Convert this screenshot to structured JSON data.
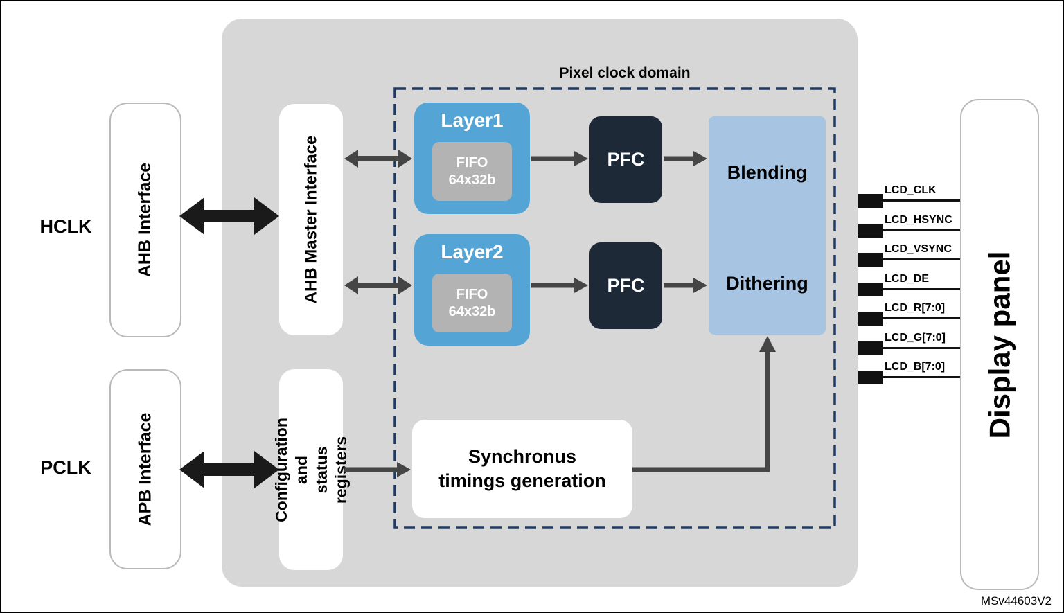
{
  "diagram": {
    "clocks": {
      "hclk": "HCLK",
      "pclk": "PCLK"
    },
    "interfaces": {
      "ahb": "AHB Interface",
      "apb": "APB Interface",
      "ahb_master": "AHB Master Interface",
      "config_registers": "Configuration and\nstatus registers"
    },
    "pixel_clock_domain": {
      "label": "Pixel clock domain",
      "layer1": {
        "title": "Layer1",
        "fifo": "FIFO\n64x32b"
      },
      "layer2": {
        "title": "Layer2",
        "fifo": "FIFO\n64x32b"
      },
      "pfc1": "PFC",
      "pfc2": "PFC",
      "blending": "Blending",
      "dithering": "Dithering",
      "sync_timings": "Synchronus\ntimings generation"
    },
    "display_panel": "Display panel",
    "signals": [
      "LCD_CLK",
      "LCD_HSYNC",
      "LCD_VSYNC",
      "LCD_DE",
      "LCD_R[7:0]",
      "LCD_G[7:0]",
      "LCD_B[7:0]"
    ],
    "figure_id": "MSv44603V2",
    "colors": {
      "core_block_gray": "#d7d7d7",
      "layer_blue": "#54a5d5",
      "fifo_gray": "#b3b3b3",
      "pfc_dark_navy": "#1d2937",
      "blending_light_blue": "#a7c5e2",
      "dashed_boundary_blue": "#1f3864",
      "arrow_dark_gray": "#454545",
      "arrow_black": "#1a1a1a"
    }
  }
}
